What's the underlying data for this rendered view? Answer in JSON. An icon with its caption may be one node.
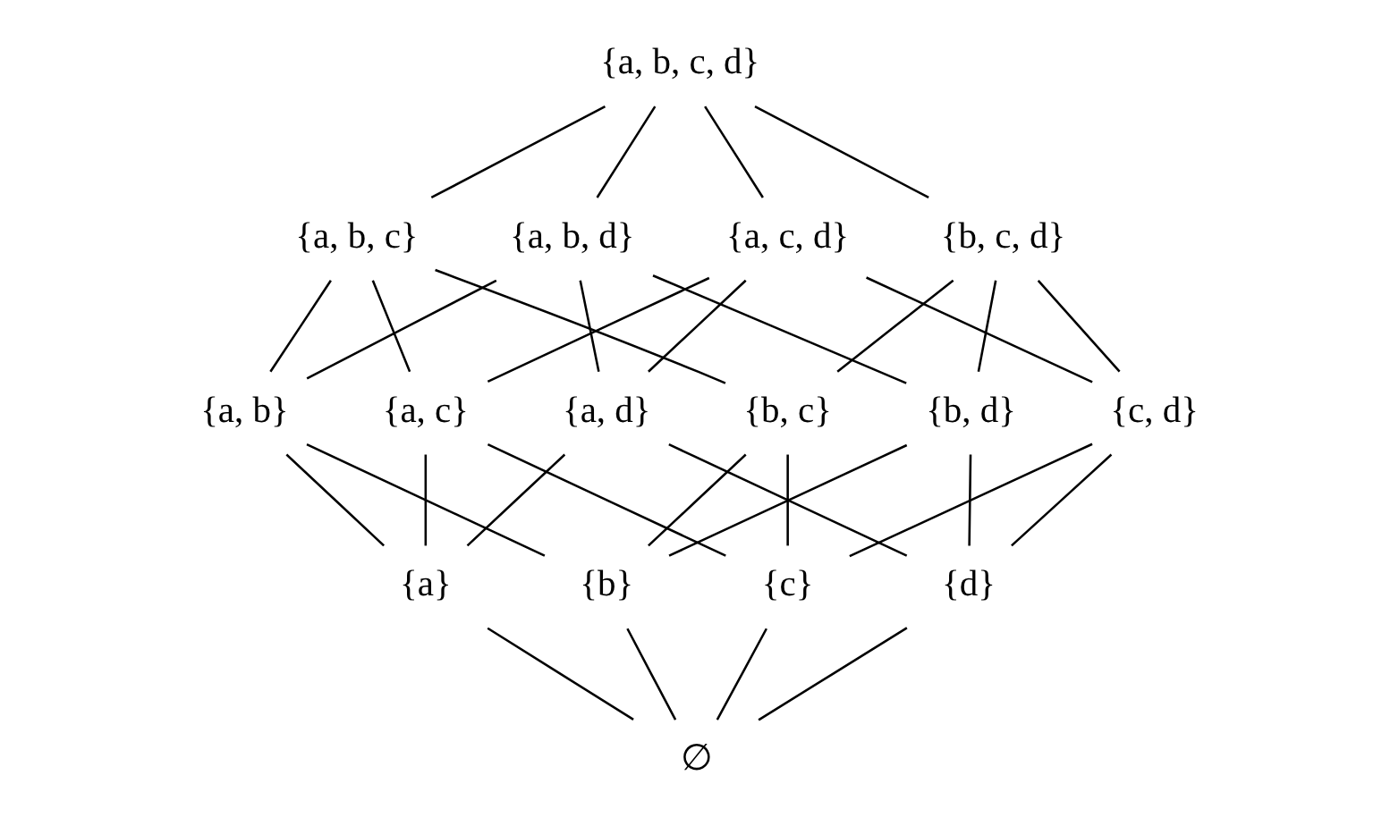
{
  "diagram": {
    "nodes": [
      {
        "text": [
          "{a, b, c, d}"
        ]
      },
      {
        "text": [
          "{a, b, c}"
        ]
      },
      {
        "text": [
          "{a, b, d}"
        ]
      },
      {
        "text": [
          "{a, c, d}"
        ]
      },
      {
        "text": [
          "{b, c, d}"
        ]
      },
      {
        "text": [
          "{a, b}"
        ]
      },
      {
        "text": [
          "{a, c}"
        ]
      },
      {
        "text": [
          "{a, d}"
        ]
      },
      {
        "text": [
          "{b, c}"
        ]
      },
      {
        "text": [
          "{b, d}"
        ]
      },
      {
        "text": [
          "{c, d}"
        ]
      },
      {
        "text": [
          "{a}"
        ]
      },
      {
        "text": [
          "{b}"
        ]
      },
      {
        "text": [
          "{c}"
        ]
      },
      {
        "text": [
          "{d}"
        ]
      },
      {
        "text": [
          "∅"
        ]
      }
    ],
    "edges": [
      {
        "from": 0,
        "to": 1,
        "arrow": "none"
      },
      {
        "from": 0,
        "to": 2,
        "arrow": "none"
      },
      {
        "from": 0,
        "to": 3,
        "arrow": "none"
      },
      {
        "from": 0,
        "to": 4,
        "arrow": "none"
      },
      {
        "from": 1,
        "to": 5,
        "arrow": "none"
      },
      {
        "from": 1,
        "to": 6,
        "arrow": "none"
      },
      {
        "from": 1,
        "to": 8,
        "arrow": "none"
      },
      {
        "from": 2,
        "to": 5,
        "arrow": "none"
      },
      {
        "from": 2,
        "to": 7,
        "arrow": "none"
      },
      {
        "from": 2,
        "to": 9,
        "arrow": "none"
      },
      {
        "from": 3,
        "to": 6,
        "arrow": "none"
      },
      {
        "from": 3,
        "to": 7,
        "arrow": "none"
      },
      {
        "from": 3,
        "to": 10,
        "arrow": "none"
      },
      {
        "from": 4,
        "to": 8,
        "arrow": "none"
      },
      {
        "from": 4,
        "to": 9,
        "arrow": "none"
      },
      {
        "from": 4,
        "to": 10,
        "arrow": "none"
      },
      {
        "from": 5,
        "to": 11,
        "arrow": "none"
      },
      {
        "from": 5,
        "to": 12,
        "arrow": "none"
      },
      {
        "from": 6,
        "to": 11,
        "arrow": "none"
      },
      {
        "from": 6,
        "to": 13,
        "arrow": "none"
      },
      {
        "from": 7,
        "to": 11,
        "arrow": "none"
      },
      {
        "from": 7,
        "to": 14,
        "arrow": "none"
      },
      {
        "from": 8,
        "to": 12,
        "arrow": "none"
      },
      {
        "from": 8,
        "to": 13,
        "arrow": "none"
      },
      {
        "from": 9,
        "to": 12,
        "arrow": "none"
      },
      {
        "from": 9,
        "to": 14,
        "arrow": "none"
      },
      {
        "from": 10,
        "to": 13,
        "arrow": "none"
      },
      {
        "from": 10,
        "to": 14,
        "arrow": "none"
      },
      {
        "from": 11,
        "to": 15,
        "arrow": "none"
      },
      {
        "from": 12,
        "to": 15,
        "arrow": "none"
      },
      {
        "from": 13,
        "to": 15,
        "arrow": "none"
      },
      {
        "from": 14,
        "to": 15,
        "arrow": "none"
      }
    ]
  }
}
